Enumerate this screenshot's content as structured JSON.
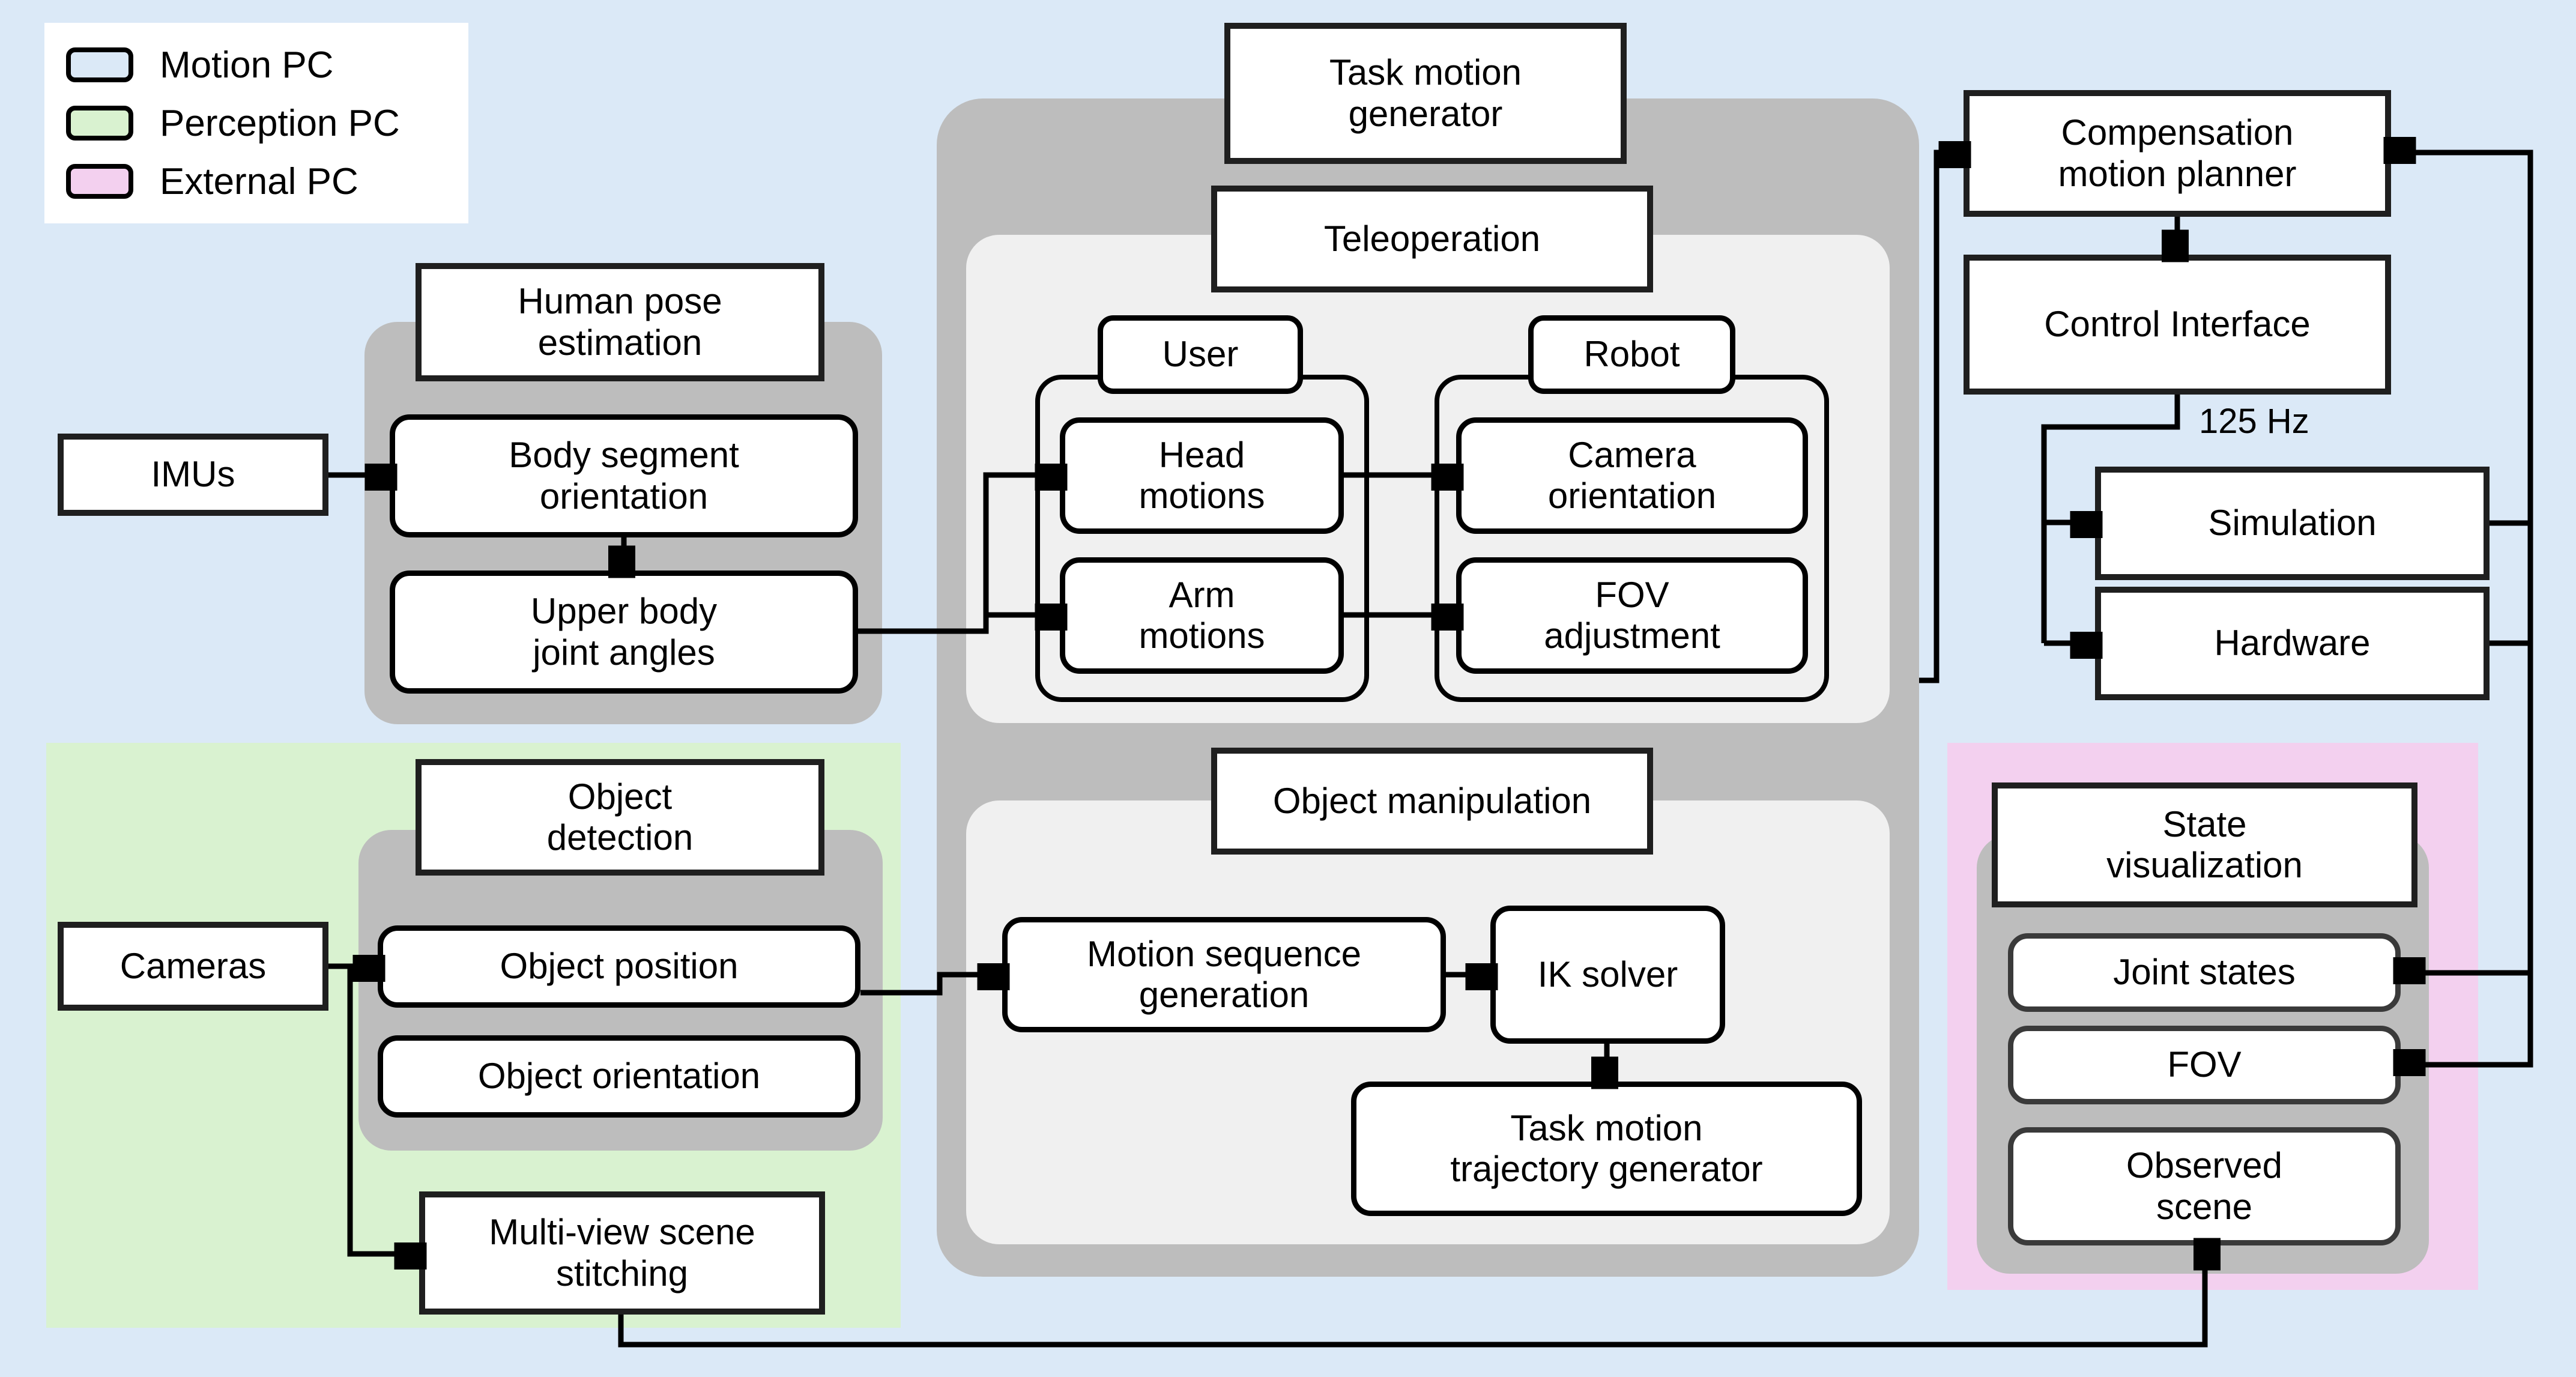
{
  "legend": {
    "items": [
      {
        "label": "Motion PC",
        "color": "#dbe9f7"
      },
      {
        "label": "Perception PC",
        "color": "#d9f2d0"
      },
      {
        "label": "External PC",
        "color": "#f3d0ef"
      }
    ]
  },
  "pose": {
    "imus": "IMUs",
    "title": "Human pose\nestimation",
    "body_segment": "Body segment\norientation",
    "upper_body": "Upper body\njoint angles"
  },
  "task_motion": {
    "title": "Task motion\ngenerator",
    "teleoperation": {
      "title": "Teleoperation",
      "user": {
        "title": "User",
        "head": "Head\nmotions",
        "arm": "Arm\nmotions"
      },
      "robot": {
        "title": "Robot",
        "camera": "Camera\norientation",
        "fov": "FOV\nadjustment"
      }
    },
    "manipulation": {
      "title": "Object manipulation",
      "sequence": "Motion sequence\ngeneration",
      "ik": "IK solver",
      "trajectory": "Task motion\ntrajectory generator"
    }
  },
  "perception": {
    "cameras": "Cameras",
    "detection": {
      "title": "Object\ndetection",
      "position": "Object position",
      "orientation": "Object orientation"
    },
    "stitching": "Multi-view scene\nstitching"
  },
  "control": {
    "planner": "Compensation\nmotion planner",
    "interface": "Control Interface",
    "rate": "125 Hz",
    "simulation": "Simulation",
    "hardware": "Hardware"
  },
  "external": {
    "title": "State\nvisualization",
    "joint_states": "Joint states",
    "fov": "FOV",
    "observed": "Observed\nscene"
  },
  "colors": {
    "background": "#dbe9f7",
    "motion_pc": "#dbe9f7",
    "perception_pc": "#d9f2d0",
    "external_pc": "#f3d0ef",
    "group_gray": "#bdbdbd",
    "subgroup_gray": "#f0f0f0",
    "line": "#000000"
  }
}
